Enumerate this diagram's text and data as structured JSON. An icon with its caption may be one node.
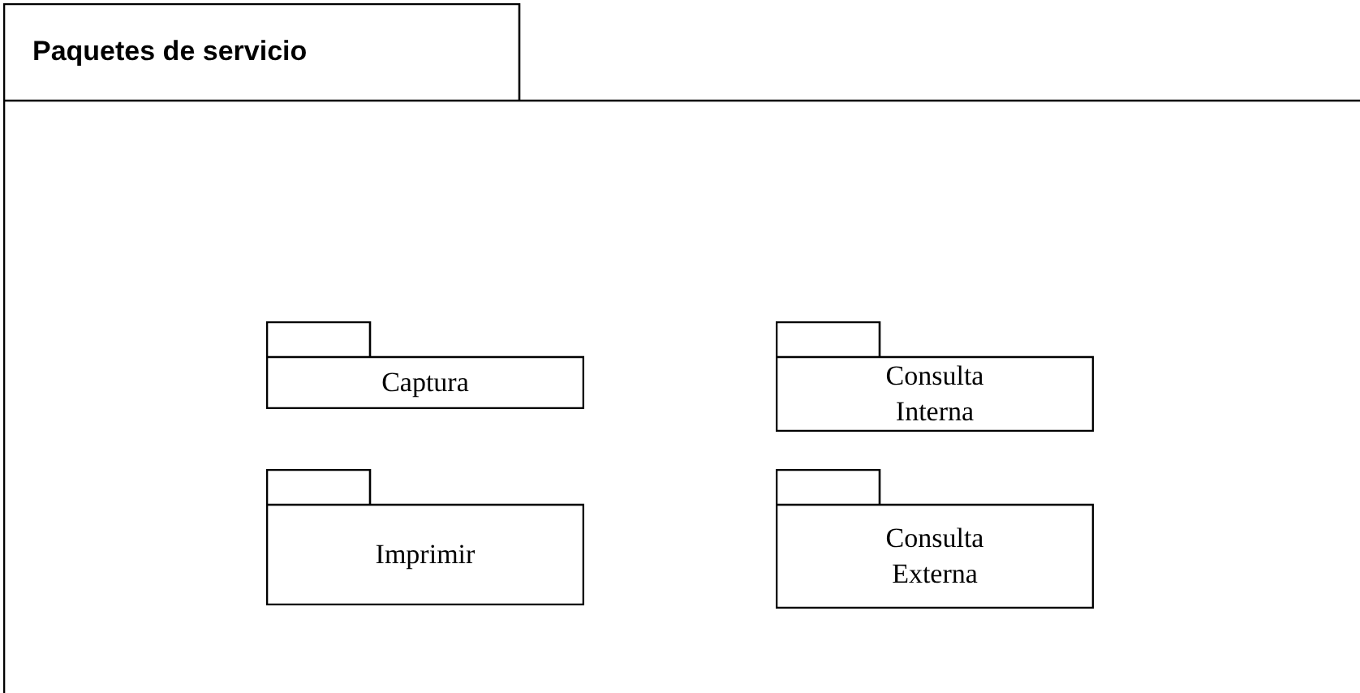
{
  "diagram": {
    "nodes": [
      {
        "text": [
          "Paquetes de servicio"
        ]
      },
      {
        "text": [
          "Captura"
        ],
        "in": 0
      },
      {
        "text": [
          "Consulta Interna"
        ],
        "in": 0
      },
      {
        "text": [
          "Imprimir"
        ],
        "in": 0
      },
      {
        "text": [
          "Consulta Externa"
        ],
        "in": 0
      }
    ]
  }
}
